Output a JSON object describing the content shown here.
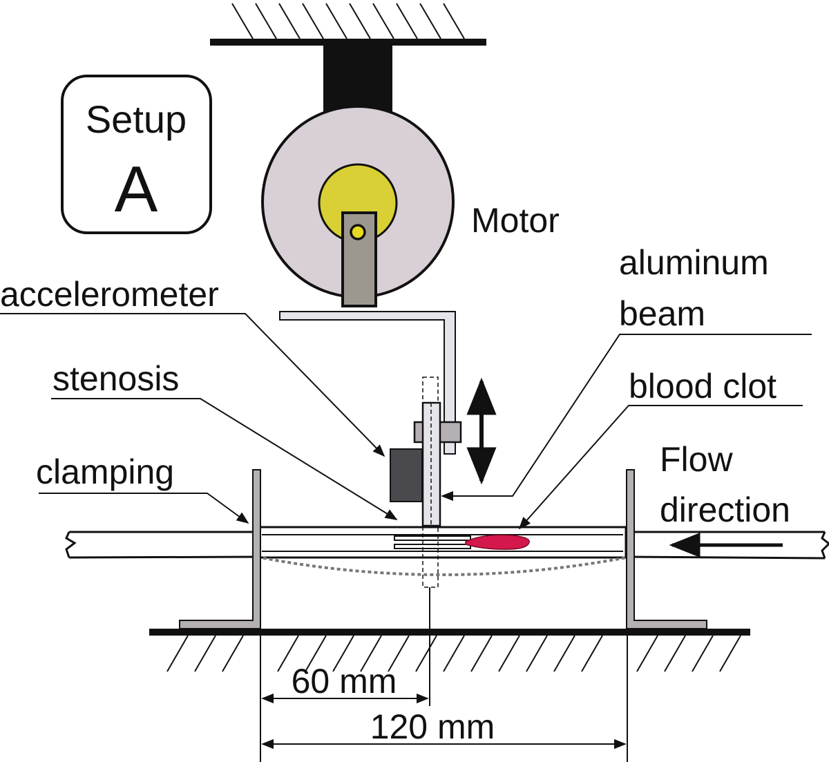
{
  "badge": {
    "line1": "Setup",
    "line2": "A"
  },
  "labels": {
    "motor": "Motor",
    "aluminum_line1": "aluminum",
    "aluminum_line2": "beam",
    "accelerometer": "accelerometer",
    "stenosis": "stenosis",
    "blood_clot": "blood clot",
    "clamping": "clamping",
    "flow_line1": "Flow",
    "flow_line2": "direction"
  },
  "dimensions": {
    "half": "60 mm",
    "full": "120 mm"
  },
  "colors": {
    "motor_disc": "#d8d0d6",
    "hub": "#d8d034",
    "crank": "#9c9890",
    "beam": "#e4e4ea",
    "support": "#b4b0b4",
    "accelerometer": "#4a4a4e",
    "clot": "#d4184c"
  }
}
